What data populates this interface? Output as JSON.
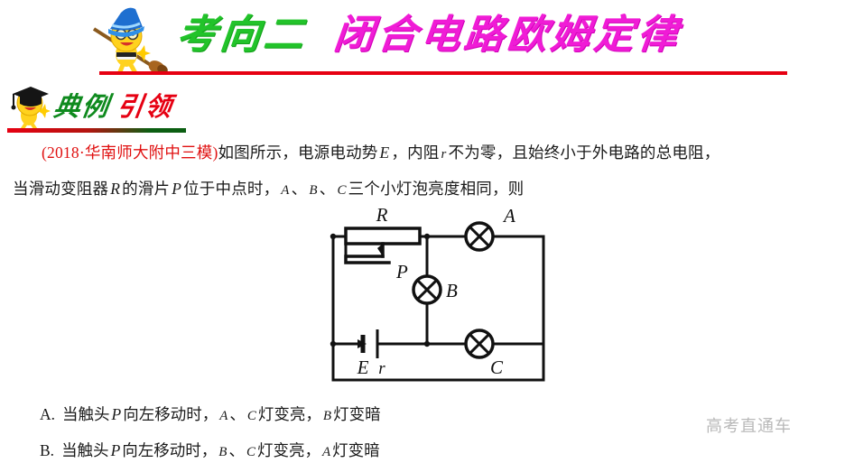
{
  "header": {
    "title_green": "考向二",
    "title_pink": "闭合电路欧姆定律",
    "rule_color": "#e60012",
    "green_hex": "#22c32a",
    "pink_hex": "#f01cd6",
    "mascot_icon": "wizard-on-broom-icon"
  },
  "section": {
    "label_green": "典例",
    "label_red": "引领",
    "mascot_icon": "graduate-emoji-icon",
    "green_hex": "#0f8a1e",
    "red_hex": "#e60012"
  },
  "question": {
    "source": "(2018·华南师大附中三模)",
    "line1_a": "如图所示，电源电动势",
    "line1_var1": "E",
    "line1_b": "，内阻",
    "line1_var2": "r",
    "line1_c": "不为零，且始终小于外电路的总电阻，",
    "line2_a": "当滑动变阻器",
    "line2_var1": "R",
    "line2_b": "的滑片",
    "line2_var2": "P",
    "line2_c": "位于中点时，",
    "line2_var3": "A",
    "line2_d": "、",
    "line2_var4": "B",
    "line2_e": "、",
    "line2_var5": "C",
    "line2_f": "三个小灯泡亮度相同，则"
  },
  "circuit": {
    "label_R": "R",
    "label_P": "P",
    "label_A": "A",
    "label_B": "B",
    "label_C": "C",
    "label_E": "E",
    "label_r": "r",
    "stroke_color": "#111111"
  },
  "options": [
    {
      "key": "A.",
      "a": "当触头",
      "v1": "P",
      "b": "向左移动时，",
      "v2": "A",
      "c": "、",
      "v3": "C",
      "d": "灯变亮，",
      "v4": "B",
      "e": "灯变暗"
    },
    {
      "key": "B.",
      "a": "当触头",
      "v1": "P",
      "b": "向左移动时，",
      "v2": "B",
      "c": "、",
      "v3": "C",
      "d": "灯变亮，",
      "v4": "A",
      "e": "灯变暗"
    }
  ],
  "watermark": {
    "text": "高考直通车",
    "color": "#b9b9b9"
  }
}
